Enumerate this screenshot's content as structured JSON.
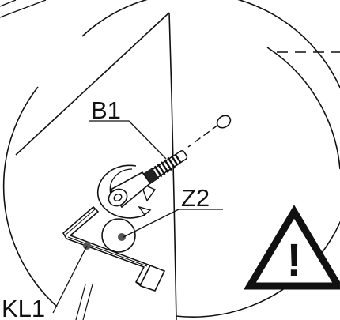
{
  "diagram": {
    "labels": {
      "b1": "B1",
      "z2": "Z2",
      "kl1": "KL1"
    },
    "warning_symbol": "!",
    "colors": {
      "line": "#111111",
      "background": "#ffffff",
      "marker": "#555555"
    },
    "icons": [
      "warning-triangle-icon",
      "screw-icon",
      "allen-key-icon",
      "washer-icon"
    ]
  }
}
